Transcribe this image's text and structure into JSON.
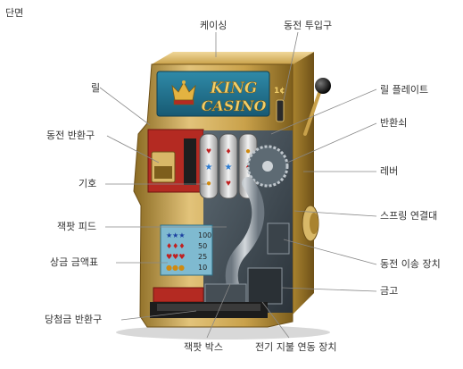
{
  "title": "단면",
  "labels": {
    "casing": "케이싱",
    "coin_slot": "동전 투입구",
    "reel": "릴",
    "reel_plate": "릴 플레이트",
    "coin_return": "동전 반환구",
    "return_latch": "반환쇠",
    "symbol": "기호",
    "lever": "레버",
    "jackpot_feed": "잭팟 피드",
    "spring_link": "스프링 연결대",
    "payout_table": "상금 금액표",
    "coin_transfer": "동전 이송 장치",
    "safe": "금고",
    "winnings_return": "당첨금 반환구",
    "jackpot_box": "잭팟 박스",
    "electric_payout": "전기 지불 연동 장치"
  },
  "sign": {
    "line1": "KING",
    "line2": "CASINO",
    "denomination": "1¢"
  },
  "payout_rows": [
    {
      "symbols": "★★★",
      "amount": "100"
    },
    {
      "symbols": "♦♦♦",
      "amount": "50"
    },
    {
      "symbols": "♥♥♥",
      "amount": "25"
    },
    {
      "symbols": "●●●",
      "amount": "10"
    }
  ],
  "colors": {
    "gold": "#c9a14a",
    "gold_dark": "#8a6a22",
    "sign_blue": "#1f6f8c",
    "red_panel": "#b42a22",
    "leader_line": "#888888"
  }
}
